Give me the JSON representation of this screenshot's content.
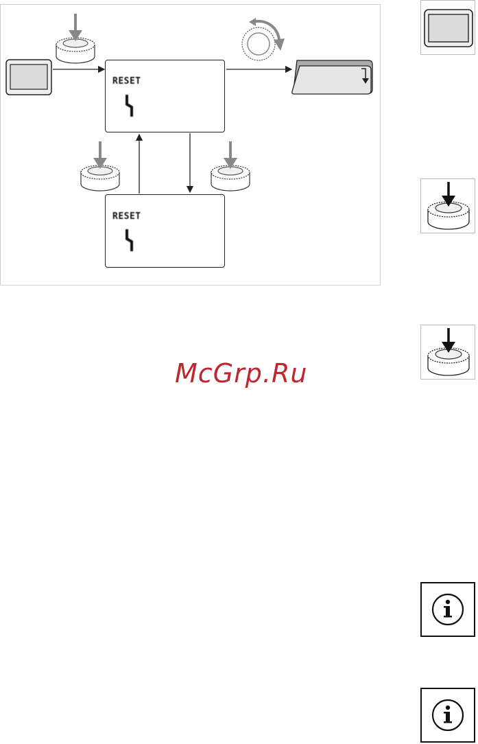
{
  "diagram": {
    "screen_top_text": "RESET",
    "screen_bottom_text": "RESET"
  },
  "watermark": "McGrp.Ru",
  "icons": {
    "display": "display-icon",
    "push_button": "push-button-icon",
    "rotate_button": "rotate-button-icon",
    "menu_folder": "menu-folder-icon",
    "info": "info-icon"
  }
}
